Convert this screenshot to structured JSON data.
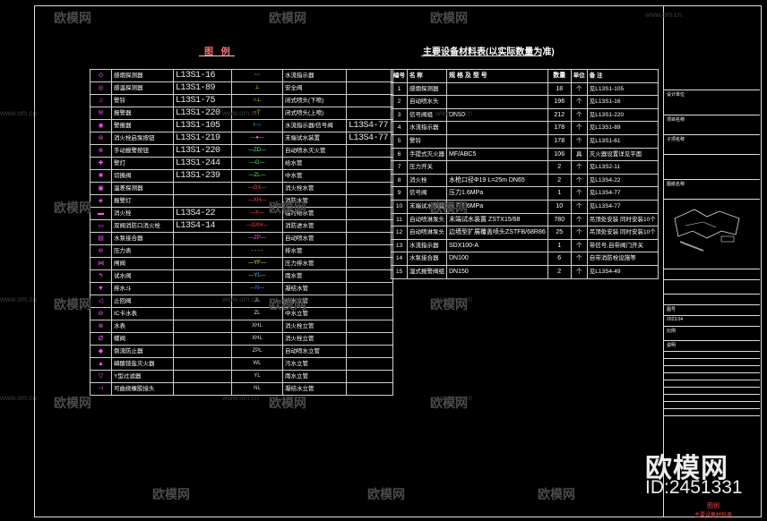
{
  "watermark": {
    "brand": "欧模网",
    "url": "www.om.cn",
    "big_brand": "欧模网",
    "id_text": "ID:2451331"
  },
  "legend": {
    "title": "图 例",
    "rows": [
      {
        "icon": "smoke-detector",
        "name": "感烟探测器",
        "code": "L13S1-16",
        "psym": "~~",
        "pname": "水流指示器",
        "pcode": ""
      },
      {
        "icon": "heat-detector",
        "name": "感温探测器",
        "code": "L13S1-89",
        "psym": "⊥",
        "pname": "安全阀",
        "pcode": ""
      },
      {
        "icon": "bell",
        "name": "警铃",
        "code": "L13S1-75",
        "psym": "○⊥",
        "pname": "闭式喷头(下喷)",
        "pcode": ""
      },
      {
        "icon": "gas-detector",
        "name": "报警器",
        "code": "L13S1-220",
        "psym": "○⊤",
        "pname": "闭式喷头(上喷)",
        "pcode": ""
      },
      {
        "icon": "horn",
        "name": "警报器",
        "code": "L13S1-105",
        "psym": "⊢○",
        "pname": "水流指示器/信号阀",
        "pcode": "L13S4-77"
      },
      {
        "icon": "hydrant-button",
        "name": "消火栓启泵按钮",
        "code": "L13S1-219",
        "psym": "—●—",
        "pname": "末端试水装置",
        "pcode": "L13S4-77"
      },
      {
        "icon": "manual-alarm",
        "name": "手动报警按钮",
        "code": "L13S1-220",
        "psym": "—ZD—",
        "pname": "自动喷水灭火管",
        "pcode": ""
      },
      {
        "icon": "light",
        "name": "警灯",
        "code": "L13S1-244",
        "psym": "—G—",
        "pname": "给水管",
        "pcode": ""
      },
      {
        "icon": "valve",
        "name": "切换阀",
        "code": "L13S1-239",
        "psym": "—ZL—",
        "pname": "中水管",
        "pcode": ""
      },
      {
        "icon": "sensor",
        "name": "温差探测器",
        "code": "",
        "psym": "—GX—",
        "pname": "消火栓水管",
        "pcode": ""
      },
      {
        "icon": "siren",
        "name": "报警灯",
        "code": "",
        "psym": "—XH—",
        "pname": "消防水管",
        "pcode": ""
      },
      {
        "icon": "hydrant",
        "name": "消火栓",
        "code": "L13S4-22",
        "psym": "—X—",
        "pname": "临时给水管",
        "pcode": ""
      },
      {
        "icon": "double-hydrant",
        "name": "双阀消防口消火栓",
        "code": "L13S4-14",
        "psym": "—GXH—",
        "pname": "消防进水管",
        "pcode": ""
      },
      {
        "icon": "pump-adapter",
        "name": "水泵接合器",
        "code": "",
        "psym": "—ZP—",
        "pname": "自动喷水管",
        "pcode": ""
      },
      {
        "icon": "pressure-gauge",
        "name": "压力表",
        "code": "",
        "psym": "- - - -",
        "pname": "排水管",
        "pcode": ""
      },
      {
        "icon": "gate-valve",
        "name": "闸阀",
        "code": "",
        "psym": "—YF—",
        "pname": "压力排水管",
        "pcode": ""
      },
      {
        "icon": "test-valve",
        "name": "试水阀",
        "code": "",
        "psym": "—YL—",
        "pname": "雨水管",
        "pcode": ""
      },
      {
        "icon": "drain",
        "name": "排水斗",
        "code": "",
        "psym": "—N—",
        "pname": "凝结水管",
        "pcode": ""
      },
      {
        "icon": "check-valve",
        "name": "止回阀",
        "code": "",
        "psym": "JL",
        "pname": "给水立管",
        "pcode": ""
      },
      {
        "icon": "ic-meter",
        "name": "IC卡水表",
        "code": "",
        "psym": "ZL",
        "pname": "中水立管",
        "pcode": ""
      },
      {
        "icon": "water-meter",
        "name": "水表",
        "code": "",
        "psym": "XHL",
        "pname": "消火栓立管",
        "pcode": ""
      },
      {
        "icon": "butterfly-valve",
        "name": "蝶阀",
        "code": "",
        "psym": "XHL",
        "pname": "消火栓立管",
        "pcode": ""
      },
      {
        "icon": "backflow",
        "name": "倒流防止器",
        "code": "",
        "psym": "ZPL",
        "pname": "自动喷水立管",
        "pcode": ""
      },
      {
        "icon": "extinguisher",
        "name": "磷酸铵盐灭火器",
        "code": "",
        "psym": "WL",
        "pname": "污水立管",
        "pcode": ""
      },
      {
        "icon": "y-filter",
        "name": "Y型过滤器",
        "code": "",
        "psym": "YL",
        "pname": "雨水立管",
        "pcode": ""
      },
      {
        "icon": "flex-joint",
        "name": "可曲挠橡胶接头",
        "code": "",
        "psym": "NL",
        "pname": "凝结水立管",
        "pcode": ""
      }
    ]
  },
  "equipment": {
    "title": "主要设备材料表(以实际数量为准)",
    "headers": [
      "编号",
      "名 称",
      "规 格 及 型 号",
      "数量",
      "单位",
      "备 注"
    ],
    "rows": [
      {
        "no": "1",
        "name": "感烟探测器",
        "spec": "",
        "qty": "18",
        "unit": "个",
        "note": "见L13S1-105"
      },
      {
        "no": "2",
        "name": "自动喷水头",
        "spec": "",
        "qty": "196",
        "unit": "个",
        "note": "见L13S1-16"
      },
      {
        "no": "3",
        "name": "信号阀组",
        "spec": "DN50",
        "qty": "212",
        "unit": "个",
        "note": "见L13S1-220"
      },
      {
        "no": "4",
        "name": "水流指示器",
        "spec": "",
        "qty": "178",
        "unit": "个",
        "note": "见L13S1-89"
      },
      {
        "no": "5",
        "name": "警铃",
        "spec": "",
        "qty": "178",
        "unit": "个",
        "note": "见L13S1-61"
      },
      {
        "no": "6",
        "name": "手提式灭火器",
        "spec": "MF/ABC5",
        "qty": "106",
        "unit": "具",
        "note": "灭火器设置详见平面"
      },
      {
        "no": "7",
        "name": "压力开关",
        "spec": "",
        "qty": "2",
        "unit": "个",
        "note": "见L13S2-11"
      },
      {
        "no": "8",
        "name": "消火栓",
        "spec": "水枪口径Φ19 L=25m DN65",
        "qty": "2",
        "unit": "个",
        "note": "见L13S4-22"
      },
      {
        "no": "9",
        "name": "信号阀",
        "spec": "压力1.6MPa",
        "qty": "1",
        "unit": "个",
        "note": "见L13S4-77"
      },
      {
        "no": "10",
        "name": "末端试水装置",
        "spec": "压力1.6MPa",
        "qty": "10",
        "unit": "个",
        "note": "见L13S4-77"
      },
      {
        "no": "11",
        "name": "自动喷淋泵头",
        "spec": "末端试水装置 ZSTX15/68",
        "qty": "780",
        "unit": "个",
        "note": "吊顶处安装 同时安装10个"
      },
      {
        "no": "12",
        "name": "自动喷淋泵头",
        "spec": "边墙型扩展覆盖喷头ZSTFB/68R86",
        "qty": "25",
        "unit": "个",
        "note": "吊顶处安装 同时安装10个"
      },
      {
        "no": "13",
        "name": "水流指示器",
        "spec": "SDX100-A",
        "qty": "1",
        "unit": "个",
        "note": "带信号,自带阀门开关"
      },
      {
        "no": "14",
        "name": "水泵接合器",
        "spec": "DN100",
        "qty": "6",
        "unit": "个",
        "note": "自带消防栓设施等"
      },
      {
        "no": "15",
        "name": "湿式报警阀组",
        "spec": "DN150",
        "qty": "2",
        "unit": "个",
        "note": "见L13S4-49"
      }
    ]
  },
  "titleblock": {
    "lines": [
      "设计单位",
      "项目名称",
      "子项名称",
      "",
      "图纸名称",
      "",
      "",
      "",
      "",
      "图号",
      "2023.04",
      "比例",
      "说明"
    ],
    "sheet_title": "图例",
    "sheet_sub": "主要设备材料表"
  },
  "colors": {
    "magenta": "#ff55ff",
    "yellow": "#ffee33",
    "cyan": "#33ddff",
    "green": "#33ff66",
    "red": "#ff4444",
    "blue": "#5577ff"
  }
}
